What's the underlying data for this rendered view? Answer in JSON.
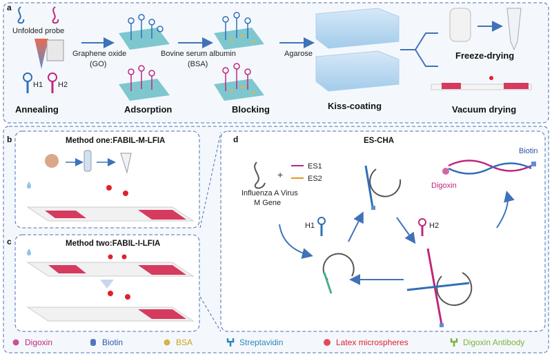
{
  "panel_a": {
    "letter": "a",
    "unfolded_probe": "Unfolded probe",
    "h1": "H1",
    "h2": "H2",
    "go_line1": "Graphene oxide",
    "go_line2": "(GO)",
    "bsa_line1": "Bovine serum albumin",
    "bsa_line2": "(BSA)",
    "agarose": "Agarose",
    "steps": [
      "Annealing",
      "Adsorption",
      "Blocking",
      "Kiss-coating"
    ],
    "freeze_drying": "Freeze-drying",
    "vacuum_drying": "Vacuum drying"
  },
  "panel_b": {
    "letter": "b",
    "title": "Method one:FABIL-M-LFIA"
  },
  "panel_c": {
    "letter": "c",
    "title": "Method two:FABIL-I-LFIA"
  },
  "panel_d": {
    "letter": "d",
    "title": "ES-CHA",
    "target_line1": "Influenza A Virus",
    "target_line2": "M Gene",
    "es1": "ES1",
    "es2": "ES2",
    "h1": "H1",
    "h2": "H2",
    "biotin": "Biotin",
    "digoxin": "Digoxin",
    "plus": "+"
  },
  "legend": [
    {
      "label": "Digoxin",
      "color": "#c0267a",
      "icon": "digoxin-bead-icon"
    },
    {
      "label": "Biotin",
      "color": "#2a55a8",
      "icon": "biotin-square-icon"
    },
    {
      "label": "BSA",
      "color": "#c9a21a",
      "icon": "bsa-bead-icon"
    },
    {
      "label": "Streptavidin",
      "color": "#2d86b5",
      "icon": "streptavidin-icon"
    },
    {
      "label": "Latex microspheres",
      "color": "#e0202a",
      "icon": "latex-sphere-icon"
    },
    {
      "label": "Digoxin Antibody",
      "color": "#7db33b",
      "icon": "antibody-icon"
    }
  ],
  "colors": {
    "frame": "#4a6fb0",
    "arrow": "#3f72b8",
    "h1": "#2f6fb5",
    "h2": "#c0267a",
    "strip_pad": "#d63a5e"
  }
}
